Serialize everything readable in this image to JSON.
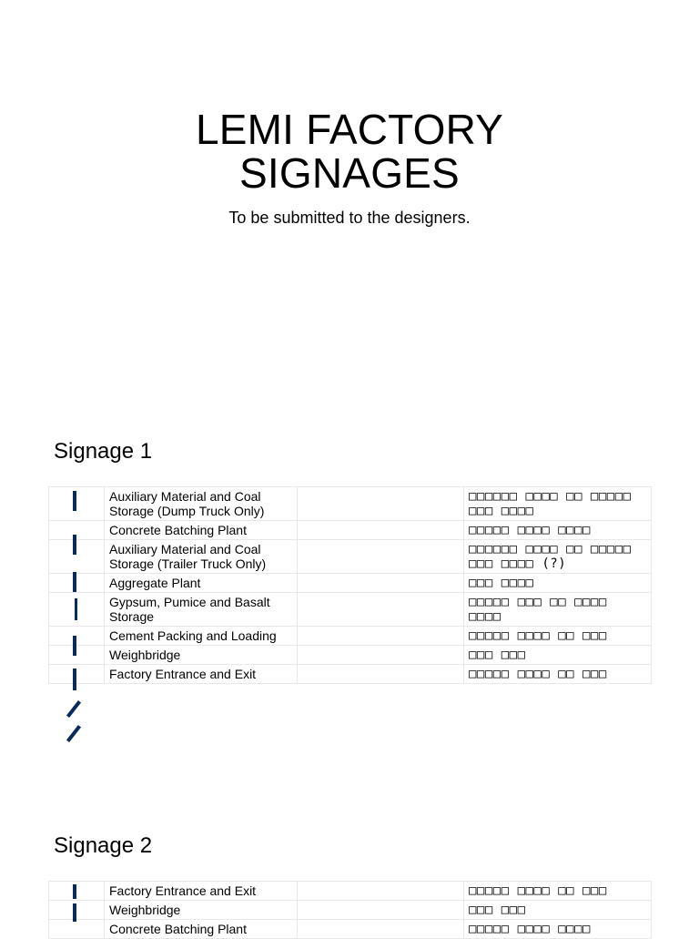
{
  "document": {
    "title_line1": "LEMI FACTORY",
    "title_line2": "SIGNAGES",
    "subtitle": "To be submitted to the designers."
  },
  "signage1": {
    "heading": "Signage 1",
    "rows": [
      {
        "english": "Auxiliary Material and Coal Storage (Dump Truck Only)",
        "amharic": "□□□□□□ □□□□ □□ □□□□□ □□□ □□□□"
      },
      {
        "english": "Concrete Batching Plant",
        "amharic": "□□□□□ □□□□ □□□□"
      },
      {
        "english": "Auxiliary Material and Coal Storage (Trailer Truck Only)",
        "amharic": "□□□□□□ □□□□ □□ □□□□□ □□□ □□□□ (?)"
      },
      {
        "english": "Aggregate Plant",
        "amharic": "□□□ □□□□"
      },
      {
        "english": "Gypsum, Pumice and Basalt Storage",
        "amharic": "□□□□□ □□□ □□ □□□□ □□□□"
      },
      {
        "english": "Cement Packing and Loading",
        "amharic": "□□□□□ □□□□ □□ □□□"
      },
      {
        "english": "Weighbridge",
        "amharic": "□□□ □□□"
      },
      {
        "english": "Factory Entrance and Exit",
        "amharic": "□□□□□ □□□□ □□ □□□"
      }
    ]
  },
  "signage2": {
    "heading": "Signage 2",
    "rows": [
      {
        "english": "Factory Entrance and Exit",
        "amharic": "□□□□□ □□□□ □□ □□□"
      },
      {
        "english": "Weighbridge",
        "amharic": "□□□ □□□"
      },
      {
        "english": "Concrete Batching Plant",
        "amharic": "□□□□□ □□□□ □□□□"
      }
    ]
  },
  "colors": {
    "marker": "#0b2a5c",
    "grid": "#e8e8e8"
  }
}
